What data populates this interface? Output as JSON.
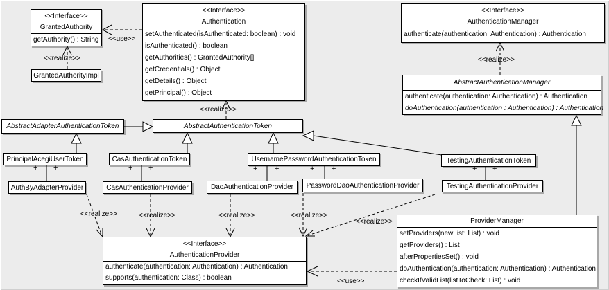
{
  "diagram": {
    "background_color": "#ececec",
    "box_fill_color": "#ffffff",
    "box_border_color": "#000000",
    "box_shadow_color": "#a8a8a8",
    "label_realize": "<<realize>>",
    "label_use": "<<use>>",
    "mult_plus": "+",
    "classes": {
      "granted_authority": {
        "stereotype": "<<Interface>>",
        "name": "GrantedAuthority",
        "methods": [
          "getAuthority() : String"
        ]
      },
      "granted_authority_impl": {
        "name": "GrantedAuthorityImpl"
      },
      "authentication": {
        "stereotype": "<<Interface>>",
        "name": "Authentication",
        "methods": [
          "setAuthenticated(isAuthenticated: boolean) : void",
          "isAuthenticated() : boolean",
          "getAuthorities() : GrantedAuthority[]",
          "getCredentials() : Object",
          "getDetails() : Object",
          "getPrincipal() : Object"
        ]
      },
      "authentication_manager": {
        "stereotype": "<<Interface>>",
        "name": "AuthenticationManager",
        "methods": [
          "authenticate(authentication: Authentication) : Authentication"
        ]
      },
      "abstract_authentication_manager": {
        "name": "AbstractAuthenticationManager",
        "methods": [
          "authenticate(authentication: Authentication) : Authentication",
          "doAuthentication(authentication : Authentication) : Authentication"
        ]
      },
      "abstract_adapter_authentication_token": {
        "name": "AbstractAdapterAuthenticationToken"
      },
      "abstract_authentication_token": {
        "name": "AbstractAuthenticationToken"
      },
      "principal_acegi_user_token": {
        "name": "PrincipalAcegiUserToken"
      },
      "cas_authentication_token": {
        "name": "CasAuthenticationToken"
      },
      "username_password_authentication_token": {
        "name": "UsernamePasswordAuthenticationToken"
      },
      "testing_authentication_token": {
        "name": "TestingAuthenticationToken"
      },
      "auth_by_adapter_provider": {
        "name": "AuthByAdapterProvider"
      },
      "cas_authentication_provider": {
        "name": "CasAuthenticationProvider"
      },
      "dao_authentication_provider": {
        "name": "DaoAuthenticationProvider"
      },
      "password_dao_authentication_provider": {
        "name": "PasswordDaoAuthenticationProvider"
      },
      "testing_authentication_provider": {
        "name": "TestingAuthenticationProvider"
      },
      "authentication_provider": {
        "stereotype": "<<Interface>>",
        "name": "AuthenticationProvider",
        "methods": [
          "authenticate(authentication: Authentication) : Authentication",
          "supports(authentication: Class) : boolean"
        ]
      },
      "provider_manager": {
        "name": "ProviderManager",
        "methods": [
          "setProviders(newList: List) : void",
          "getProviders() : List",
          "afterPropertiesSet() : void",
          "doAuthentication(authentication: Authentication) : Authentication",
          "checkIfValidList(listToCheck: List) : void"
        ]
      }
    }
  }
}
